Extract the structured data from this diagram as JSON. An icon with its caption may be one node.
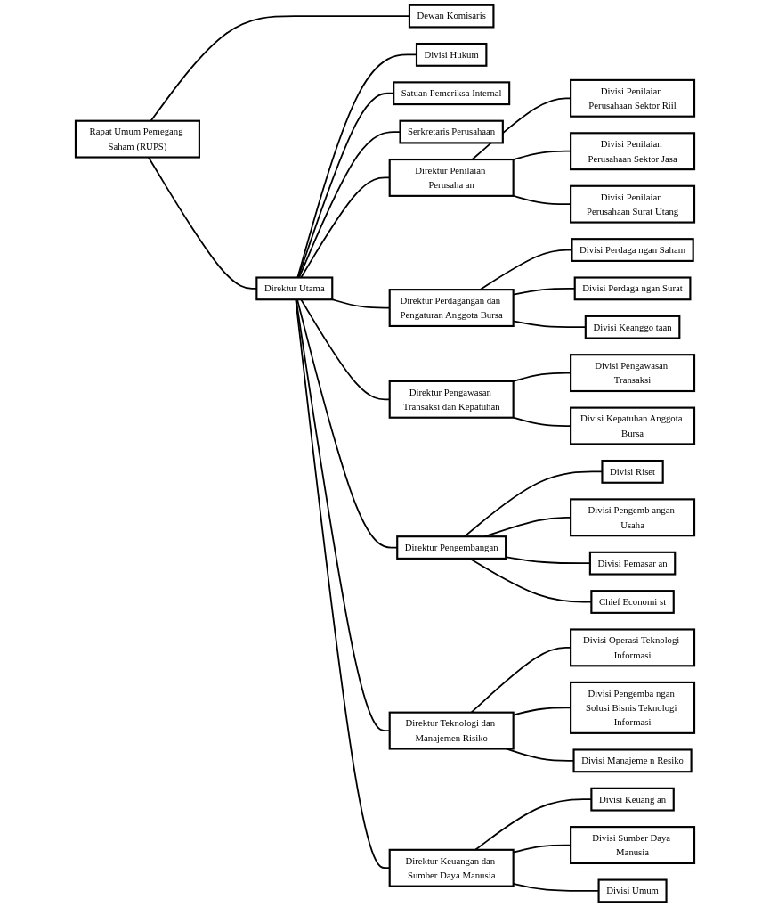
{
  "diagram": {
    "nodes": [
      {
        "text": [
          "Rapat Umum Pemegang Saham (RUPS)"
        ]
      },
      {
        "text": [
          "Dewan Komisaris"
        ]
      },
      {
        "text": [
          "Direktur Utama"
        ]
      },
      {
        "text": [
          "Divisi Hukum"
        ]
      },
      {
        "text": [
          "Satuan Pemeriksa Internal"
        ]
      },
      {
        "text": [
          "Serkretaris Perusahaan"
        ]
      },
      {
        "text": [
          "Direktur Penilaian Perusaha an"
        ]
      },
      {
        "text": [
          "Direktur Perdagangan dan Pengaturan Anggota Bursa"
        ]
      },
      {
        "text": [
          "Direktur Pengawasan Transaksi dan Kepatuhan"
        ]
      },
      {
        "text": [
          "Direktur Pengembangan"
        ]
      },
      {
        "text": [
          "Direktur Teknologi dan Manajemen Risiko"
        ]
      },
      {
        "text": [
          "Direktur Keuangan dan Sumber Daya Manusia"
        ]
      },
      {
        "text": [
          "Divisi Penilaian Perusahaan Sektor Riil"
        ]
      },
      {
        "text": [
          "Divisi Penilaian Perusahaan Sektor Jasa"
        ]
      },
      {
        "text": [
          "Divisi Penilaian Perusahaan Surat Utang"
        ]
      },
      {
        "text": [
          "Divisi Perdaga ngan Saham"
        ]
      },
      {
        "text": [
          "Divisi Perdaga ngan Surat"
        ]
      },
      {
        "text": [
          "Divisi Keanggo taan"
        ]
      },
      {
        "text": [
          "Divisi Pengawasan Transaksi"
        ]
      },
      {
        "text": [
          "Divisi Kepatuhan Anggota Bursa"
        ]
      },
      {
        "text": [
          "Divisi Riset"
        ]
      },
      {
        "text": [
          "Divisi Pengemb angan Usaha"
        ]
      },
      {
        "text": [
          "Divisi Pemasar an"
        ]
      },
      {
        "text": [
          "Chief Economi st"
        ]
      },
      {
        "text": [
          "Divisi Operasi Teknologi Informasi"
        ]
      },
      {
        "text": [
          "Divisi Pengemba ngan Solusi Bisnis Teknologi Informasi"
        ]
      },
      {
        "text": [
          "Divisi Manajeme n Resiko"
        ]
      },
      {
        "text": [
          "Divisi Keuang an"
        ]
      },
      {
        "text": [
          "Divisi Sumber Daya Manusia"
        ]
      },
      {
        "text": [
          "Divisi Umum"
        ]
      }
    ],
    "edges": [
      {
        "from": 0,
        "to": 1,
        "arrow": "none"
      },
      {
        "from": 0,
        "to": 2,
        "arrow": "none"
      },
      {
        "from": 2,
        "to": 3,
        "arrow": "none"
      },
      {
        "from": 2,
        "to": 4,
        "arrow": "none"
      },
      {
        "from": 2,
        "to": 5,
        "arrow": "none"
      },
      {
        "from": 2,
        "to": 6,
        "arrow": "none"
      },
      {
        "from": 2,
        "to": 7,
        "arrow": "none"
      },
      {
        "from": 2,
        "to": 8,
        "arrow": "none"
      },
      {
        "from": 2,
        "to": 9,
        "arrow": "none"
      },
      {
        "from": 2,
        "to": 10,
        "arrow": "none"
      },
      {
        "from": 2,
        "to": 11,
        "arrow": "none"
      },
      {
        "from": 6,
        "to": 12,
        "arrow": "none"
      },
      {
        "from": 6,
        "to": 13,
        "arrow": "none"
      },
      {
        "from": 6,
        "to": 14,
        "arrow": "none"
      },
      {
        "from": 7,
        "to": 15,
        "arrow": "none"
      },
      {
        "from": 7,
        "to": 16,
        "arrow": "none"
      },
      {
        "from": 7,
        "to": 17,
        "arrow": "none"
      },
      {
        "from": 8,
        "to": 18,
        "arrow": "none"
      },
      {
        "from": 8,
        "to": 19,
        "arrow": "none"
      },
      {
        "from": 9,
        "to": 20,
        "arrow": "none"
      },
      {
        "from": 9,
        "to": 21,
        "arrow": "none"
      },
      {
        "from": 9,
        "to": 22,
        "arrow": "none"
      },
      {
        "from": 9,
        "to": 23,
        "arrow": "none"
      },
      {
        "from": 10,
        "to": 24,
        "arrow": "none"
      },
      {
        "from": 10,
        "to": 25,
        "arrow": "none"
      },
      {
        "from": 10,
        "to": 26,
        "arrow": "none"
      },
      {
        "from": 11,
        "to": 27,
        "arrow": "none"
      },
      {
        "from": 11,
        "to": 28,
        "arrow": "none"
      },
      {
        "from": 11,
        "to": 29,
        "arrow": "none"
      }
    ]
  }
}
